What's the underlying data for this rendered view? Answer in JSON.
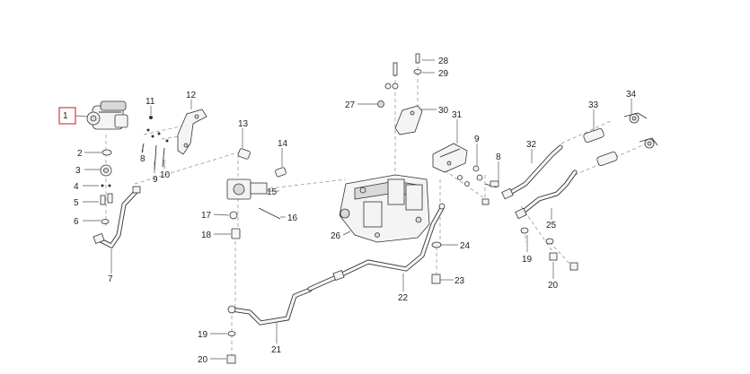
{
  "diagram": {
    "highlight_color": "#e0474c",
    "callouts": [
      {
        "id": "c1",
        "label": "1",
        "highlighted": true
      },
      {
        "id": "c2",
        "label": "2"
      },
      {
        "id": "c3",
        "label": "3"
      },
      {
        "id": "c4",
        "label": "4"
      },
      {
        "id": "c5",
        "label": "5"
      },
      {
        "id": "c6",
        "label": "6"
      },
      {
        "id": "c7",
        "label": "7"
      },
      {
        "id": "c8a",
        "label": "8"
      },
      {
        "id": "c9a",
        "label": "9"
      },
      {
        "id": "c10",
        "label": "10"
      },
      {
        "id": "c11",
        "label": "11"
      },
      {
        "id": "c12",
        "label": "12"
      },
      {
        "id": "c13",
        "label": "13"
      },
      {
        "id": "c14",
        "label": "14"
      },
      {
        "id": "c15",
        "label": "15"
      },
      {
        "id": "c16",
        "label": "16"
      },
      {
        "id": "c17",
        "label": "17"
      },
      {
        "id": "c18",
        "label": "18"
      },
      {
        "id": "c19a",
        "label": "19"
      },
      {
        "id": "c20a",
        "label": "20"
      },
      {
        "id": "c21",
        "label": "21"
      },
      {
        "id": "c22",
        "label": "22"
      },
      {
        "id": "c23",
        "label": "23"
      },
      {
        "id": "c24",
        "label": "24"
      },
      {
        "id": "c25",
        "label": "25"
      },
      {
        "id": "c26",
        "label": "26"
      },
      {
        "id": "c27",
        "label": "27"
      },
      {
        "id": "c28",
        "label": "28"
      },
      {
        "id": "c29",
        "label": "29"
      },
      {
        "id": "c30",
        "label": "30"
      },
      {
        "id": "c31",
        "label": "31"
      },
      {
        "id": "c32",
        "label": "32"
      },
      {
        "id": "c33",
        "label": "33"
      },
      {
        "id": "c34",
        "label": "34"
      },
      {
        "id": "c9b",
        "label": "9"
      },
      {
        "id": "c8b",
        "label": "8"
      },
      {
        "id": "c19b",
        "label": "19"
      },
      {
        "id": "c20b",
        "label": "20"
      }
    ]
  }
}
